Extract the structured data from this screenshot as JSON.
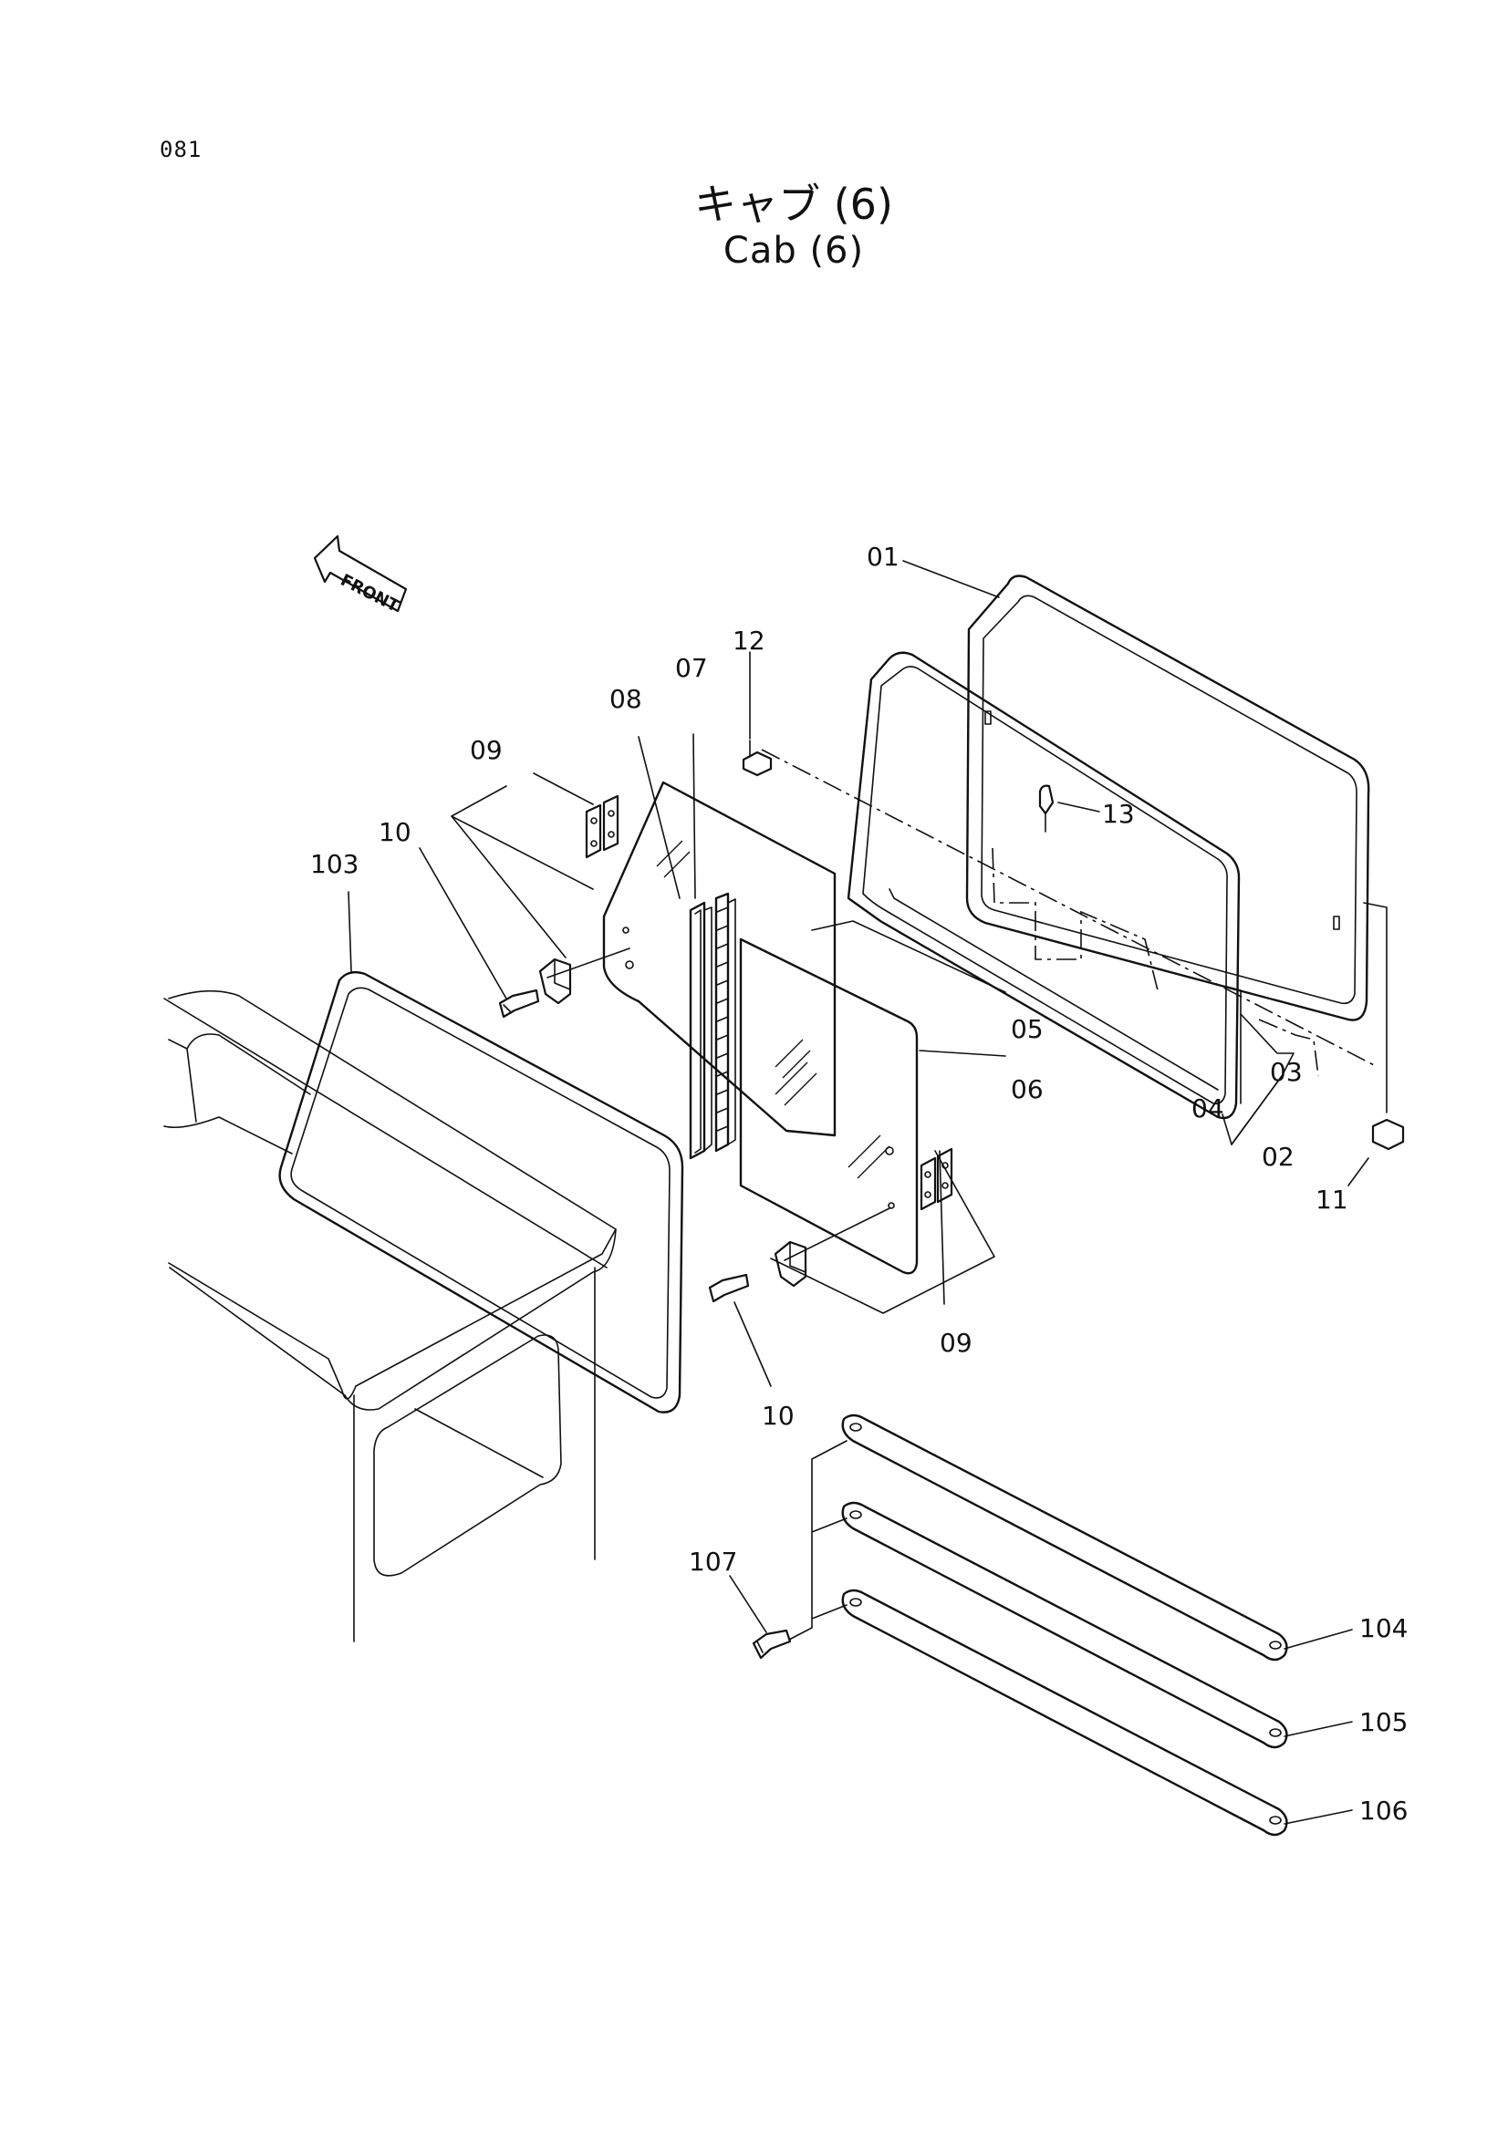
{
  "page": {
    "number": "081"
  },
  "title": {
    "japanese": "キャブ (6)",
    "english": "Cab (6)"
  },
  "front_marker": {
    "label": "FRONT"
  },
  "callouts": {
    "c01": "01",
    "c02": "02",
    "c03": "03",
    "c04": "04",
    "c05": "05",
    "c06": "06",
    "c07": "07",
    "c08": "08",
    "c09a": "09",
    "c09b": "09",
    "c10a": "10",
    "c10b": "10",
    "c11": "11",
    "c12": "12",
    "c13": "13",
    "c103": "103",
    "c104": "104",
    "c105": "105",
    "c106": "106",
    "c107": "107"
  },
  "icons": {
    "front_arrow": "front-arrow-icon",
    "bolt": "bolt-icon",
    "bracket": "bracket-icon"
  }
}
